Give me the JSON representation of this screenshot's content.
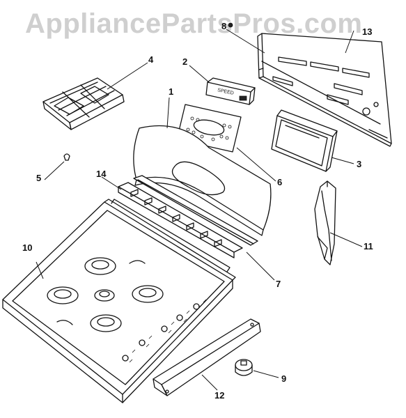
{
  "watermark": "AppliancePartsPros.com",
  "callouts": {
    "c1": "1",
    "c2": "2",
    "c3": "3",
    "c4": "4",
    "c5": "5",
    "c6": "6",
    "c7": "7",
    "c8": "8",
    "c9": "9",
    "c10": "10",
    "c11": "11",
    "c12": "12",
    "c13": "13",
    "c14": "14"
  },
  "module_label": "SPEED",
  "colors": {
    "line": "#111111",
    "watermark": "#cfcfcf",
    "background": "#ffffff"
  }
}
